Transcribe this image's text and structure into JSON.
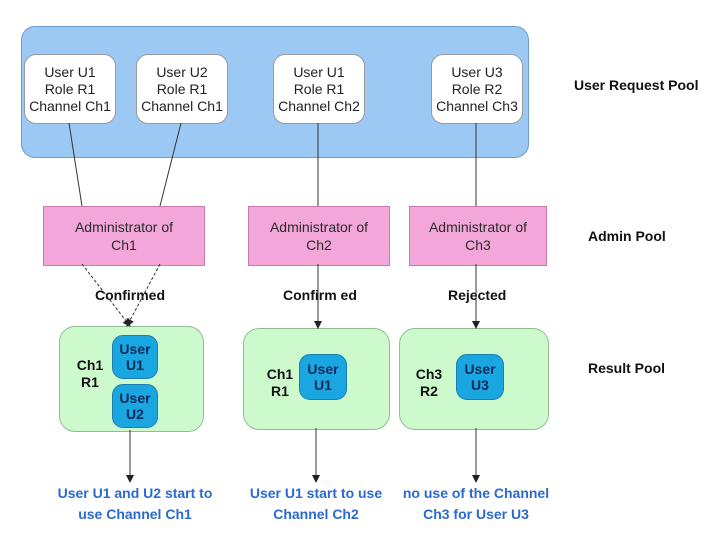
{
  "pools": {
    "user_request": "User Request  Pool",
    "admin": "Admin  Pool",
    "result": "Result  Pool"
  },
  "requests": [
    {
      "user": "User  U1",
      "role": "Role R1",
      "channel": "Channel Ch1"
    },
    {
      "user": "User  U2",
      "role": "Role R1",
      "channel": "Channel Ch1"
    },
    {
      "user": "User  U1",
      "role": "Role R1",
      "channel": "Channel Ch2"
    },
    {
      "user": "User  U3",
      "role": "Role R2",
      "channel": "Channel Ch3"
    }
  ],
  "admins": [
    {
      "line1": "Administrator of",
      "line2": "Ch1"
    },
    {
      "line1": "Administrator of",
      "line2": "Ch2"
    },
    {
      "line1": "Administrator of",
      "line2": "Ch3"
    }
  ],
  "statuses": [
    "Confirmed",
    "Confirm ed",
    "Rejected"
  ],
  "results": [
    {
      "channel": "Ch1",
      "role": "R1",
      "users": [
        {
          "l1": "User",
          "l2": "U1"
        },
        {
          "l1": "User",
          "l2": "U2"
        }
      ]
    },
    {
      "channel": "Ch1",
      "role": "R1",
      "users": [
        {
          "l1": "User",
          "l2": "U1"
        }
      ]
    },
    {
      "channel": "Ch3",
      "role": "R2",
      "users": [
        {
          "l1": "User",
          "l2": "U3"
        }
      ]
    }
  ],
  "outcomes": [
    {
      "line1": "User U1 and U2 start to",
      "line2": "use Channel Ch1"
    },
    {
      "line1": "User U1  start to use",
      "line2": "Channel Ch2"
    },
    {
      "line1": "no use of the Channel",
      "line2": "Ch3 for User U3"
    }
  ],
  "colors": {
    "user_pool": "#9cc8f4",
    "admin_box": "#f3a6d9",
    "result_box": "#ccfacc",
    "user_chip": "#1aa6e0",
    "outcome_text": "#2a6ad0"
  }
}
